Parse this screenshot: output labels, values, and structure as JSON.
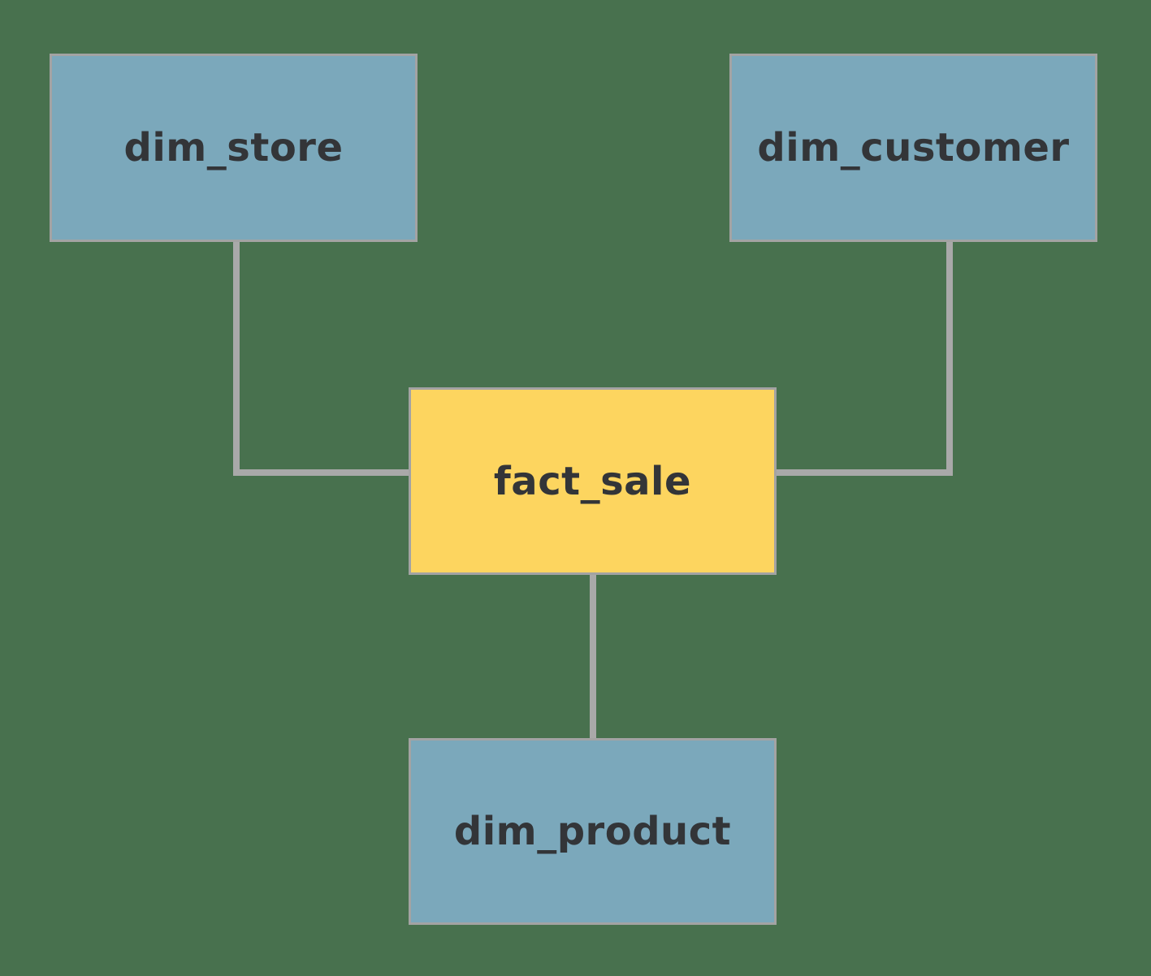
{
  "colors": {
    "canvas_bg": "#48714E",
    "dimension_fill": "#7BA8BB",
    "fact_fill": "#FDD55F",
    "edge_color": "#A9A9A9",
    "node_border": "#A3A3A3",
    "label_text": "#333538"
  },
  "nodes": {
    "dim_store": {
      "label": "dim_store",
      "role": "dimension"
    },
    "dim_customer": {
      "label": "dim_customer",
      "role": "dimension"
    },
    "fact_sale": {
      "label": "fact_sale",
      "role": "fact"
    },
    "dim_product": {
      "label": "dim_product",
      "role": "dimension"
    }
  },
  "edges": [
    {
      "from": "dim_store",
      "to": "fact_sale"
    },
    {
      "from": "dim_customer",
      "to": "fact_sale"
    },
    {
      "from": "fact_sale",
      "to": "dim_product"
    }
  ]
}
